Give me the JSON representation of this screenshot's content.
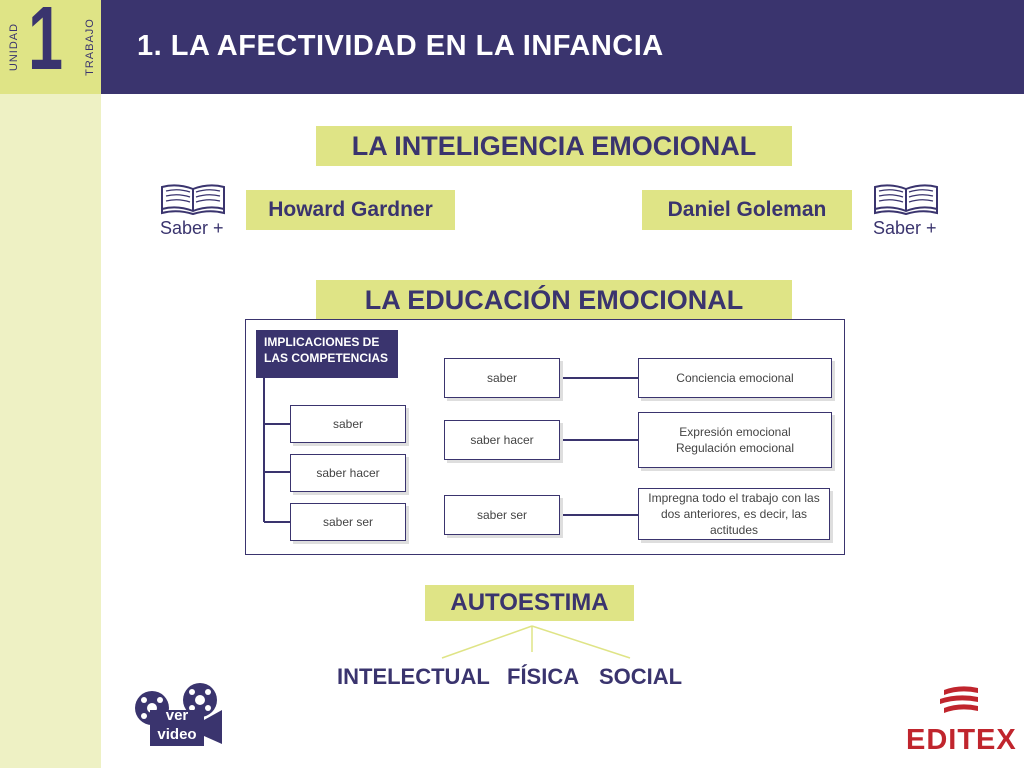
{
  "sidebar": {
    "unit_label": "UNIDAD",
    "unit_number": "1",
    "work_label": "TRABAJO"
  },
  "header": {
    "title": "1. LA AFECTIVIDAD EN LA INFANCIA"
  },
  "section1": {
    "title": "LA INTELIGENCIA EMOCIONAL"
  },
  "authors": {
    "left": "Howard Gardner",
    "right": "Daniel Goleman"
  },
  "saber_plus": {
    "left": "Saber +",
    "right": "Saber +"
  },
  "section2": {
    "title": "LA EDUCACIÓN EMOCIONAL"
  },
  "diagram": {
    "header": "IMPLICACIONES DE LAS COMPETENCIAS",
    "left_items": [
      "saber",
      "saber hacer",
      "saber ser"
    ],
    "middle_items": [
      "saber",
      "saber hacer",
      "saber ser"
    ],
    "right_items": [
      "Conciencia emocional",
      "Expresión emocional\nRegulación emocional",
      "Impregna todo el trabajo con las dos anteriores, es decir, las actitudes"
    ]
  },
  "section3": {
    "title": "AUTOESTIMA",
    "items": [
      "INTELECTUAL",
      "FÍSICA",
      "SOCIAL"
    ]
  },
  "video": {
    "label": "ver video"
  },
  "logo": {
    "text": "EDITEX"
  },
  "colors": {
    "navy": "#3a346e",
    "yellow": "#dfe486",
    "sidebar": "#eef1c4",
    "logo_red": "#c0252d"
  }
}
